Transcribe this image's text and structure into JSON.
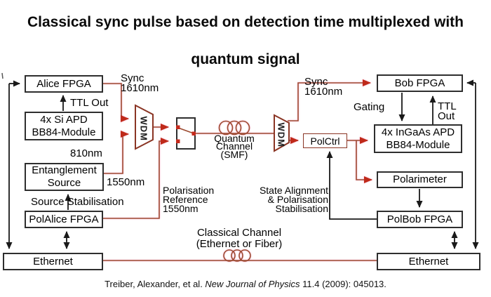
{
  "title": {
    "line1": "Classical sync pulse based on detection time multiplexed with",
    "line2": "quantum signal"
  },
  "citation": {
    "prefix": "Treiber, Alexander, et al. ",
    "journal": "New Journal of Physics",
    "suffix": " 11.4 (2009): 045013."
  },
  "colors": {
    "optical_line": "#9c4a30",
    "optical_arrow": "#bf2a1a",
    "electrical_line": "#1a1a1a",
    "box_border": "#2e2e2e",
    "wdm_border": "#8a3524",
    "port_dot": "#c52a1c"
  },
  "nodes": {
    "alice_fpga": "Alice FPGA",
    "si_apd": [
      "4x Si APD",
      "BB84-Module"
    ],
    "entanglement_source": [
      "Entanglement",
      "Source"
    ],
    "polalice_fpga": "PolAlice FPGA",
    "ethernet_left": "Ethernet",
    "bob_fpga": "Bob FPGA",
    "ingaas_apd": [
      "4x InGaAs APD",
      "BB84-Module"
    ],
    "polctrl": "PolCtrl",
    "polarimeter": "Polarimeter",
    "polbob_fpga": "PolBob FPGA",
    "ethernet_right": "Ethernet",
    "wdm_left": "WDM",
    "wdm_right": "WDM"
  },
  "labels": {
    "sync_alice": [
      "Sync",
      "1610nm"
    ],
    "ttl_out_alice": "TTL Out",
    "wavelength_810": "810nm",
    "wavelength_1550": "1550nm",
    "source_stabilisation": "Source Stabilisation",
    "polarisation_reference": [
      "Polarisation",
      "Reference",
      "1550nm"
    ],
    "quantum_channel": [
      "Quantum",
      "Channel",
      "(SMF)"
    ],
    "state_alignment": [
      "State Alignment",
      "& Polarisation",
      "Stabilisation"
    ],
    "classical_channel": [
      "Classical Channel",
      "(Ethernet or Fiber)"
    ],
    "sync_bob": [
      "Sync",
      "1610nm"
    ],
    "gating": "Gating",
    "ttl_out_bob": [
      "TTL",
      "Out"
    ]
  }
}
